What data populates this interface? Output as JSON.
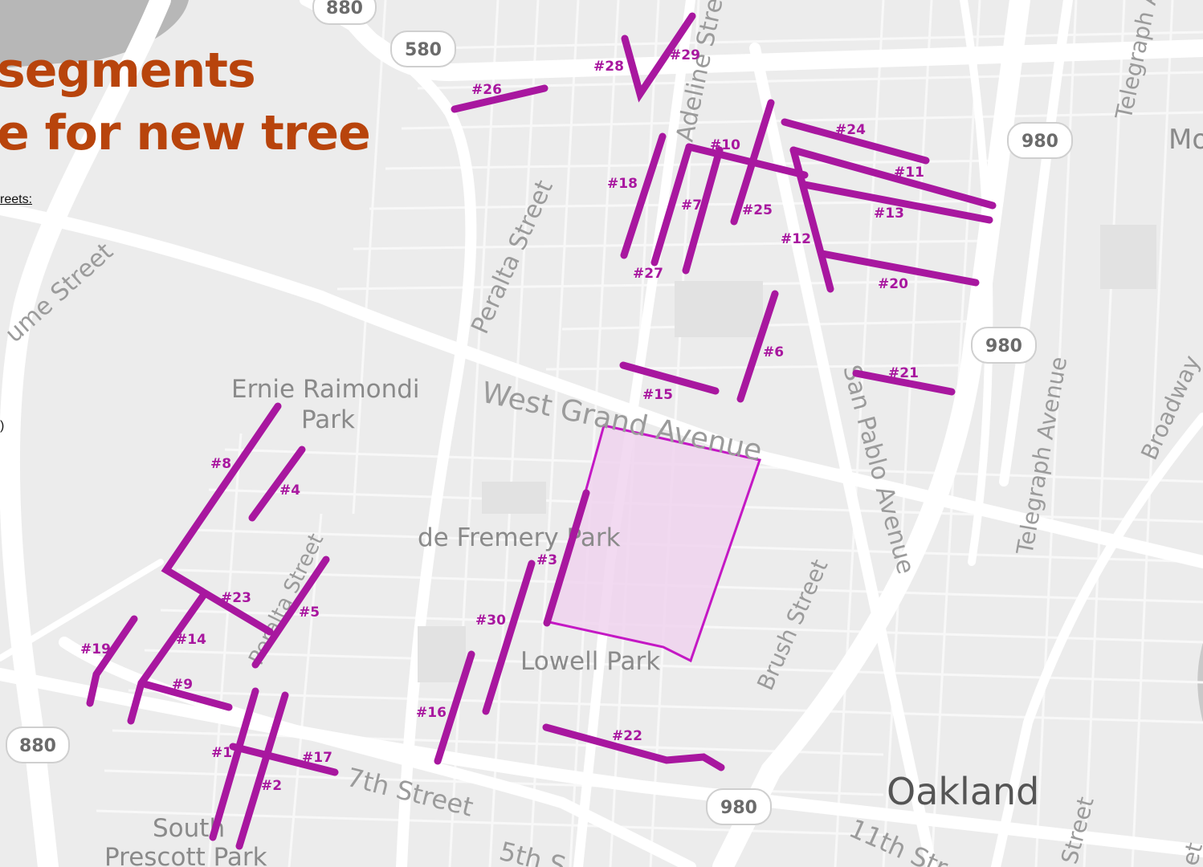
{
  "title": {
    "line1": "segments",
    "line2": "e for new tree",
    "subtitle": "reets:",
    "fragment": ")"
  },
  "colors": {
    "land": "#ececec",
    "street": "#ffffff",
    "segment": "#a8179f",
    "title": "#b8440c",
    "water": "#b7b7b7"
  },
  "streets": {
    "west_grand": "West Grand Avenue",
    "peralta": "Peralta Street",
    "adeline": "Adeline Street",
    "san_pablo": "San Pablo Avenue",
    "telegraph_1": "Telegraph Avenue",
    "telegraph_2": "Telegraph A",
    "brush": "Brush Street",
    "broadway": "Broadway",
    "seventh": "7th Street",
    "fifth": "5th S",
    "eleventh": "11th Str",
    "street_frag": "Street",
    "peralta_frag": "Peralta Street",
    "ume": "ume Street",
    "et_frag": "et"
  },
  "places": {
    "ernie_1": "Ernie Raimondi",
    "ernie_2": "Park",
    "defremery": "de Fremery Park",
    "lowell": "Lowell Park",
    "south_1": "South",
    "south_2": "Prescott Park",
    "oakland": "Oakland",
    "mo": "Mo"
  },
  "highways": {
    "s880_top": "880",
    "s580": "580",
    "s980_a": "980",
    "s980_b": "980",
    "s980_c": "980",
    "s880_bottom": "880"
  },
  "segments": {
    "s1": "#1",
    "s2": "#2",
    "s3": "#3",
    "s4": "#4",
    "s5": "#5",
    "s6": "#6",
    "s7": "#7",
    "s8": "#8",
    "s9": "#9",
    "s10": "#10",
    "s11": "#11",
    "s12": "#12",
    "s13": "#13",
    "s14": "#14",
    "s15": "#15",
    "s16": "#16",
    "s17": "#17",
    "s18": "#18",
    "s19": "#19",
    "s20": "#20",
    "s21": "#21",
    "s22": "#22",
    "s23": "#23",
    "s24": "#24",
    "s25": "#25",
    "s26": "#26",
    "s27": "#27",
    "s28": "#28",
    "s29": "#29",
    "s30": "#30"
  }
}
